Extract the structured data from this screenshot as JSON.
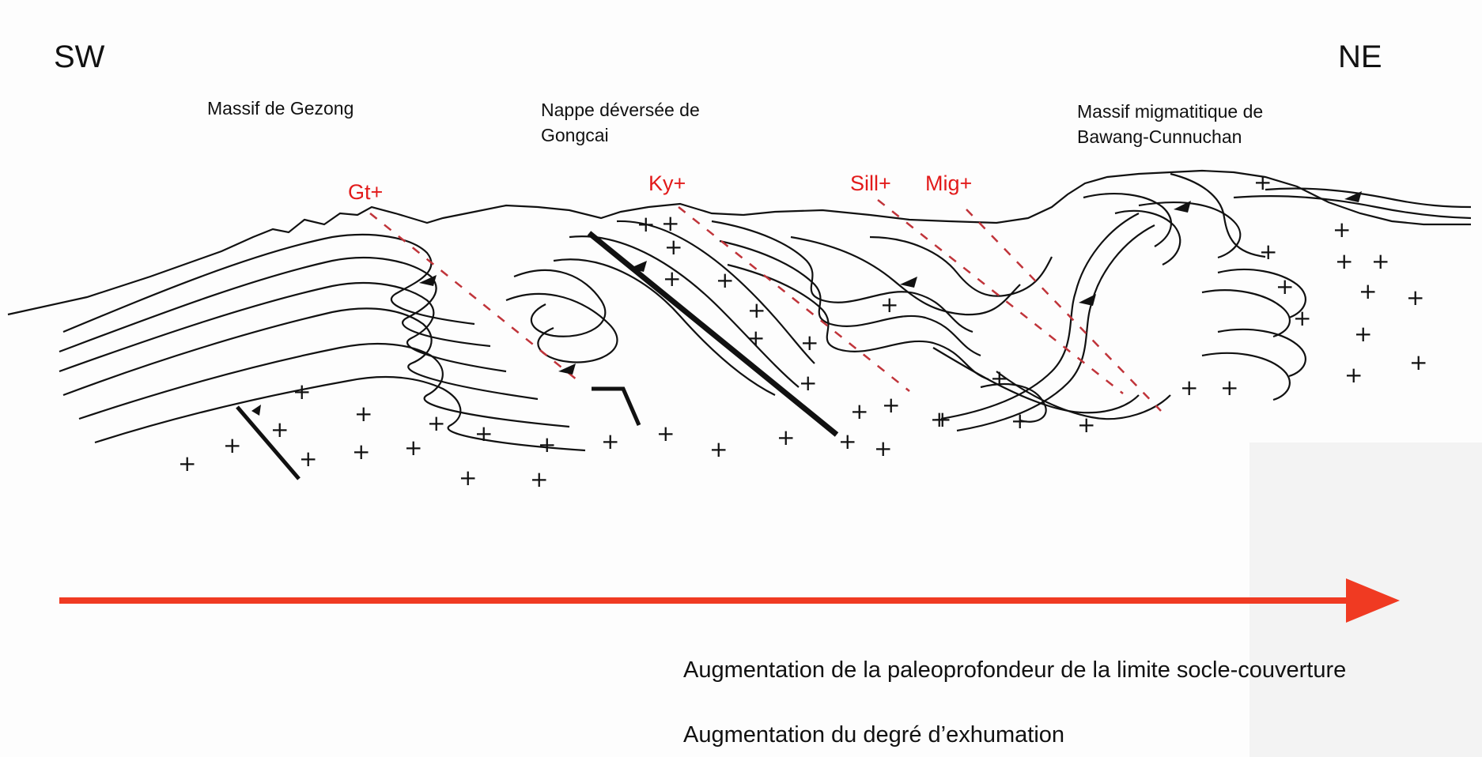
{
  "orientation": {
    "left": "SW",
    "right": "NE"
  },
  "units": {
    "gezong": "Massif de Gezong",
    "gongcai_line1": "Nappe déversée de",
    "gongcai_line2": "Gongcai",
    "bawang_line1": "Massif migmatitique de",
    "bawang_line2": "Bawang-Cunnuchan"
  },
  "isograds": {
    "gt": "Gt+",
    "ky": "Ky+",
    "sill": "Sill+",
    "mig": "Mig+"
  },
  "captions": {
    "depth": "Augmentation de la paleoprofondeur de la limite socle-couverture",
    "exhumation": "Augmentation du degré d’exhumation"
  },
  "colors": {
    "isograd_labels": "#e21a1a",
    "isograd_lines": "#c0343a",
    "arrow": "#f03a22",
    "ink": "#111111"
  },
  "symbols": {
    "basement_cross": "+",
    "shear_sense": "arrowhead-icon"
  }
}
